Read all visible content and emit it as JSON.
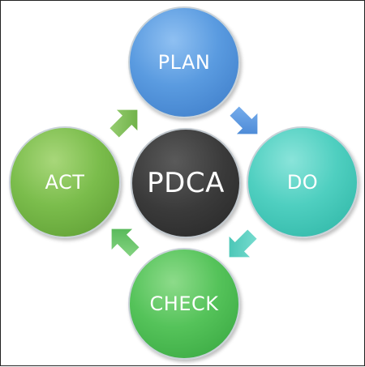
{
  "diagram": {
    "center_label": "PDCA",
    "nodes": [
      {
        "id": "plan",
        "label": "PLAN"
      },
      {
        "id": "do",
        "label": "DO"
      },
      {
        "id": "check",
        "label": "CHECK"
      },
      {
        "id": "act",
        "label": "ACT"
      }
    ]
  },
  "colors": {
    "plan": "#5a9be0",
    "do": "#4fcfc0",
    "check": "#55c35a",
    "act": "#7bbd4c",
    "center": "#333333",
    "arrow_blue": "#4a8fe0",
    "arrow_teal": "#4fcfc0",
    "arrow_green": "#55c35a"
  }
}
